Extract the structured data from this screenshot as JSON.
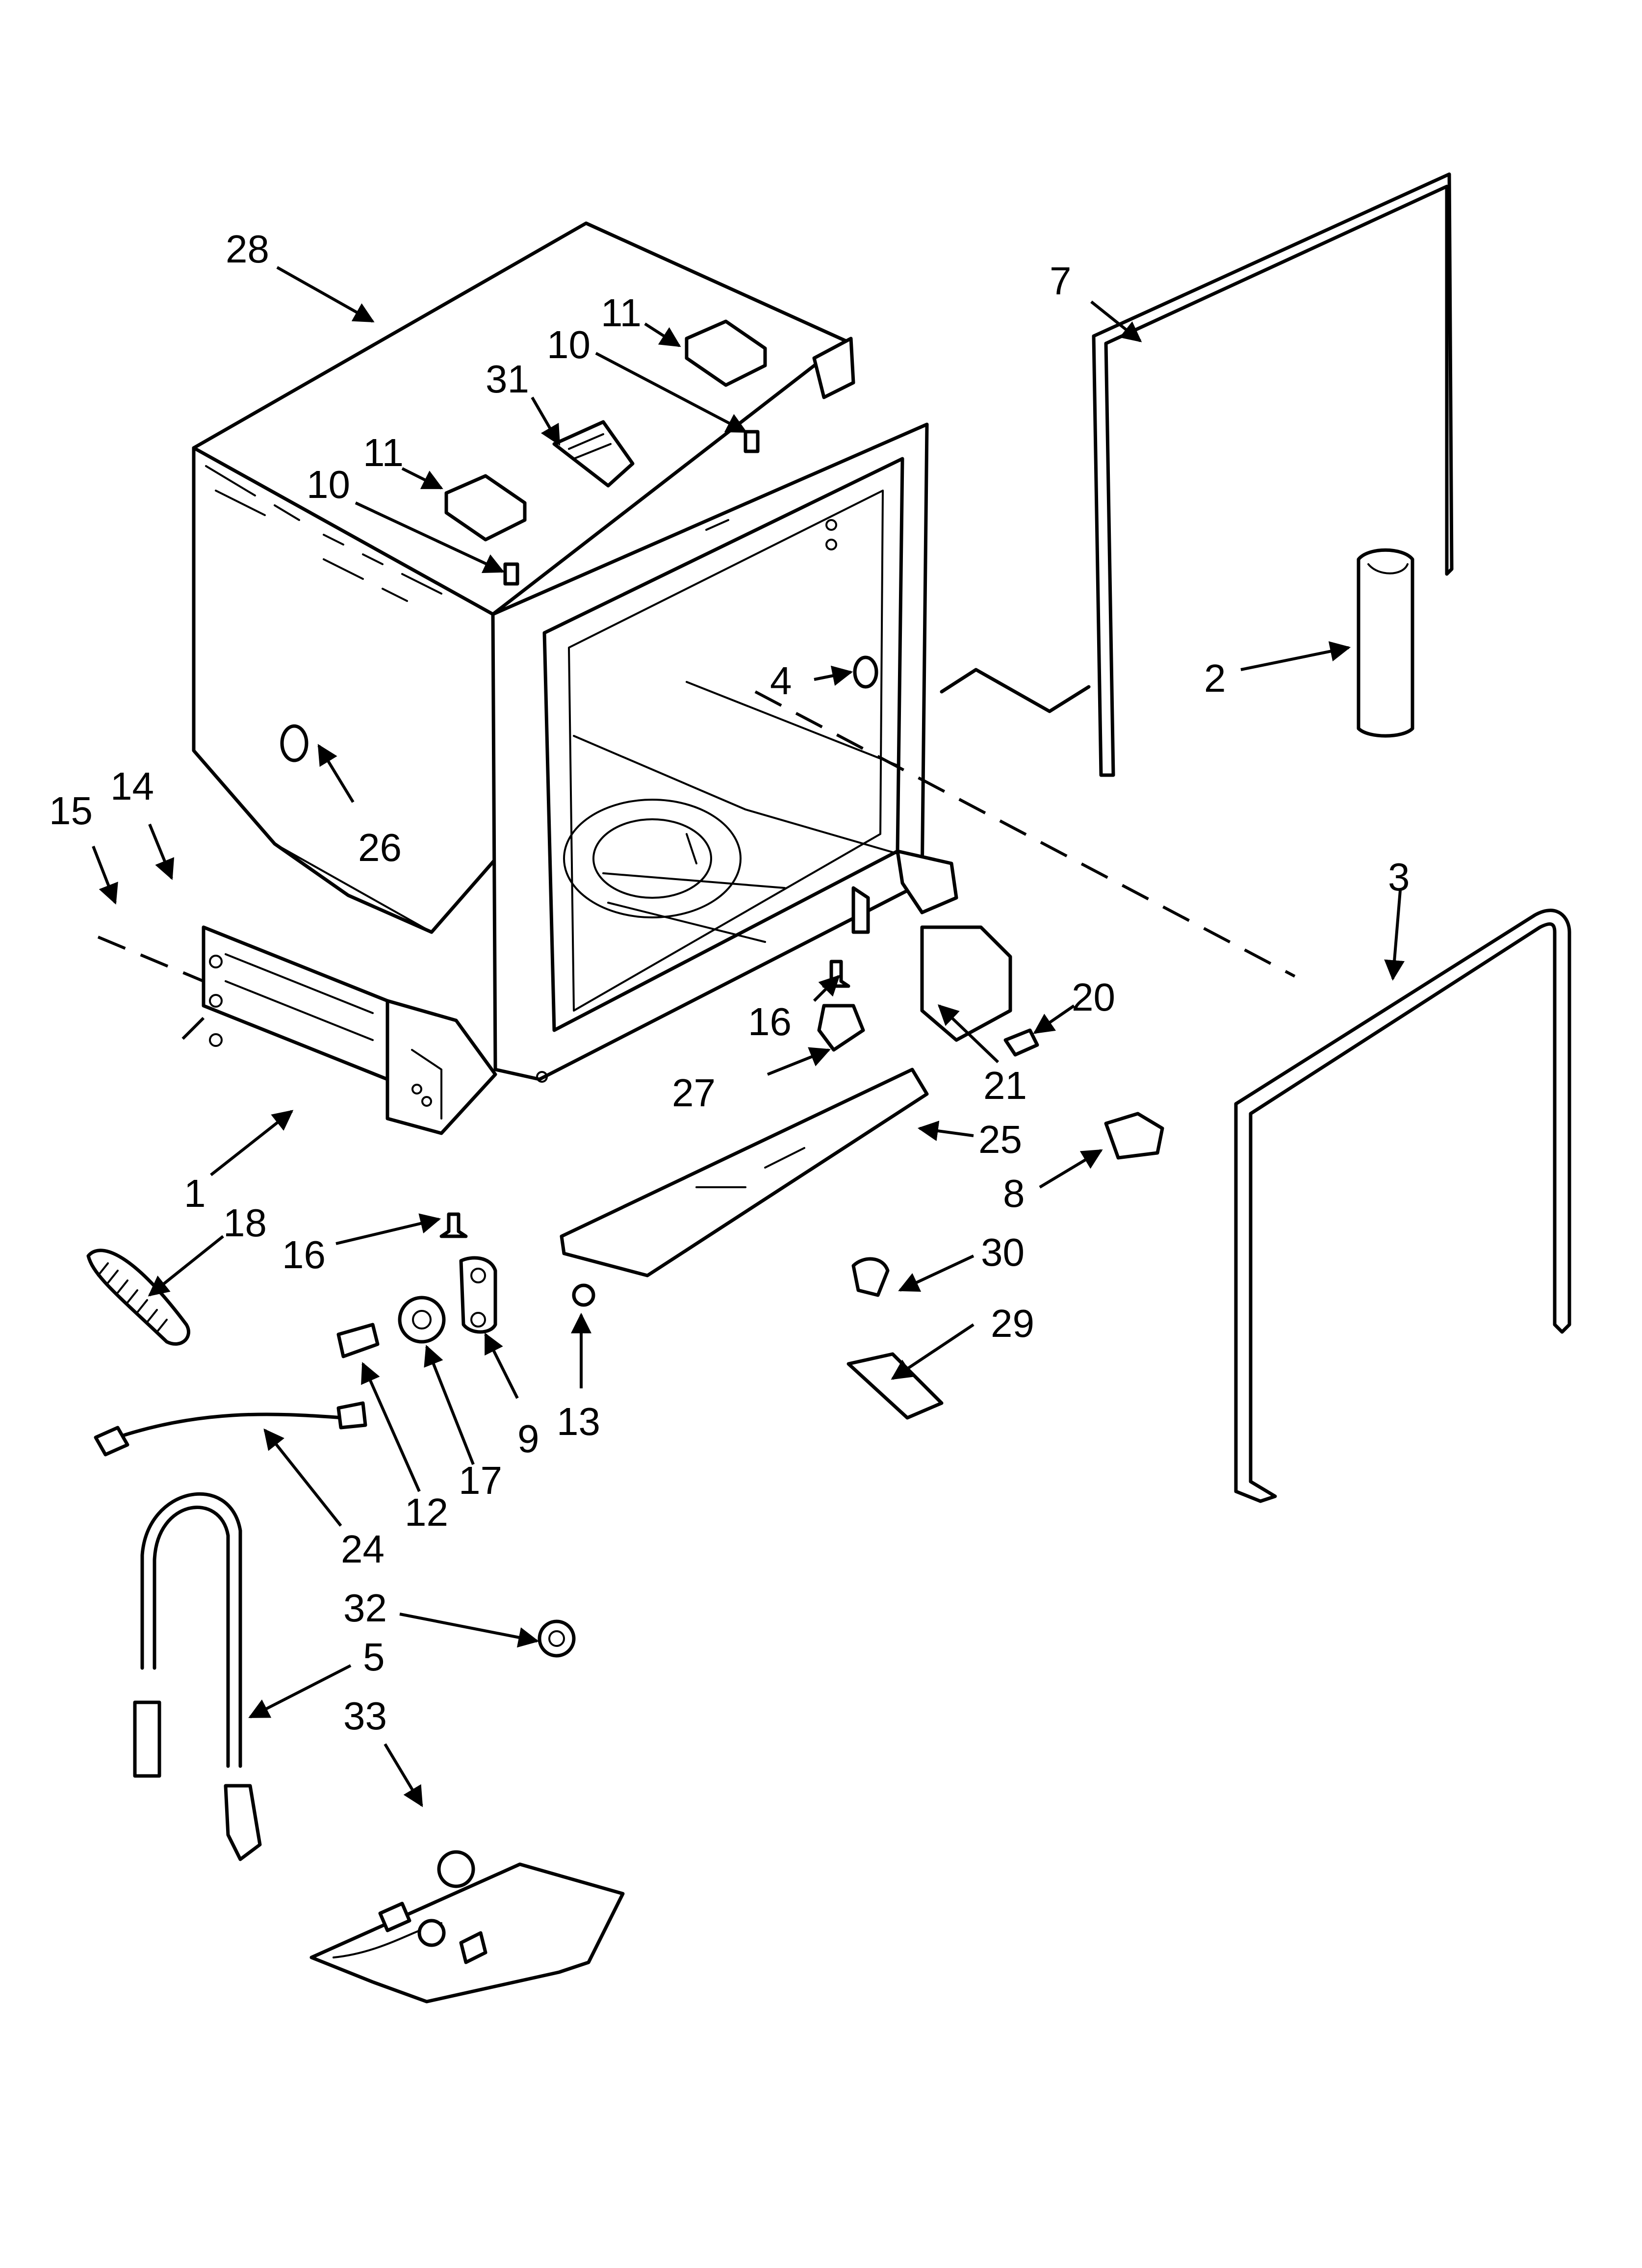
{
  "diagram": {
    "title": "",
    "callouts": [
      {
        "key": "c28",
        "text": "28"
      },
      {
        "key": "c7",
        "text": "7"
      },
      {
        "key": "c11a",
        "text": "11"
      },
      {
        "key": "c10a",
        "text": "10"
      },
      {
        "key": "c31",
        "text": "31"
      },
      {
        "key": "c11b",
        "text": "11"
      },
      {
        "key": "c10b",
        "text": "10"
      },
      {
        "key": "c4",
        "text": "4"
      },
      {
        "key": "c2",
        "text": "2"
      },
      {
        "key": "c26",
        "text": "26"
      },
      {
        "key": "c15",
        "text": "15"
      },
      {
        "key": "c14",
        "text": "14"
      },
      {
        "key": "c3",
        "text": "3"
      },
      {
        "key": "c20",
        "text": "20"
      },
      {
        "key": "c16a",
        "text": "16"
      },
      {
        "key": "c21",
        "text": "21"
      },
      {
        "key": "c27",
        "text": "27"
      },
      {
        "key": "c25",
        "text": "25"
      },
      {
        "key": "c8",
        "text": "8"
      },
      {
        "key": "c1",
        "text": "1"
      },
      {
        "key": "c18",
        "text": "18"
      },
      {
        "key": "c16b",
        "text": "16"
      },
      {
        "key": "c30",
        "text": "30"
      },
      {
        "key": "c29",
        "text": "29"
      },
      {
        "key": "c13",
        "text": "13"
      },
      {
        "key": "c9",
        "text": "9"
      },
      {
        "key": "c17",
        "text": "17"
      },
      {
        "key": "c12",
        "text": "12"
      },
      {
        "key": "c24",
        "text": "24"
      },
      {
        "key": "c32",
        "text": "32"
      },
      {
        "key": "c5",
        "text": "5"
      },
      {
        "key": "c33",
        "text": "33"
      }
    ]
  }
}
